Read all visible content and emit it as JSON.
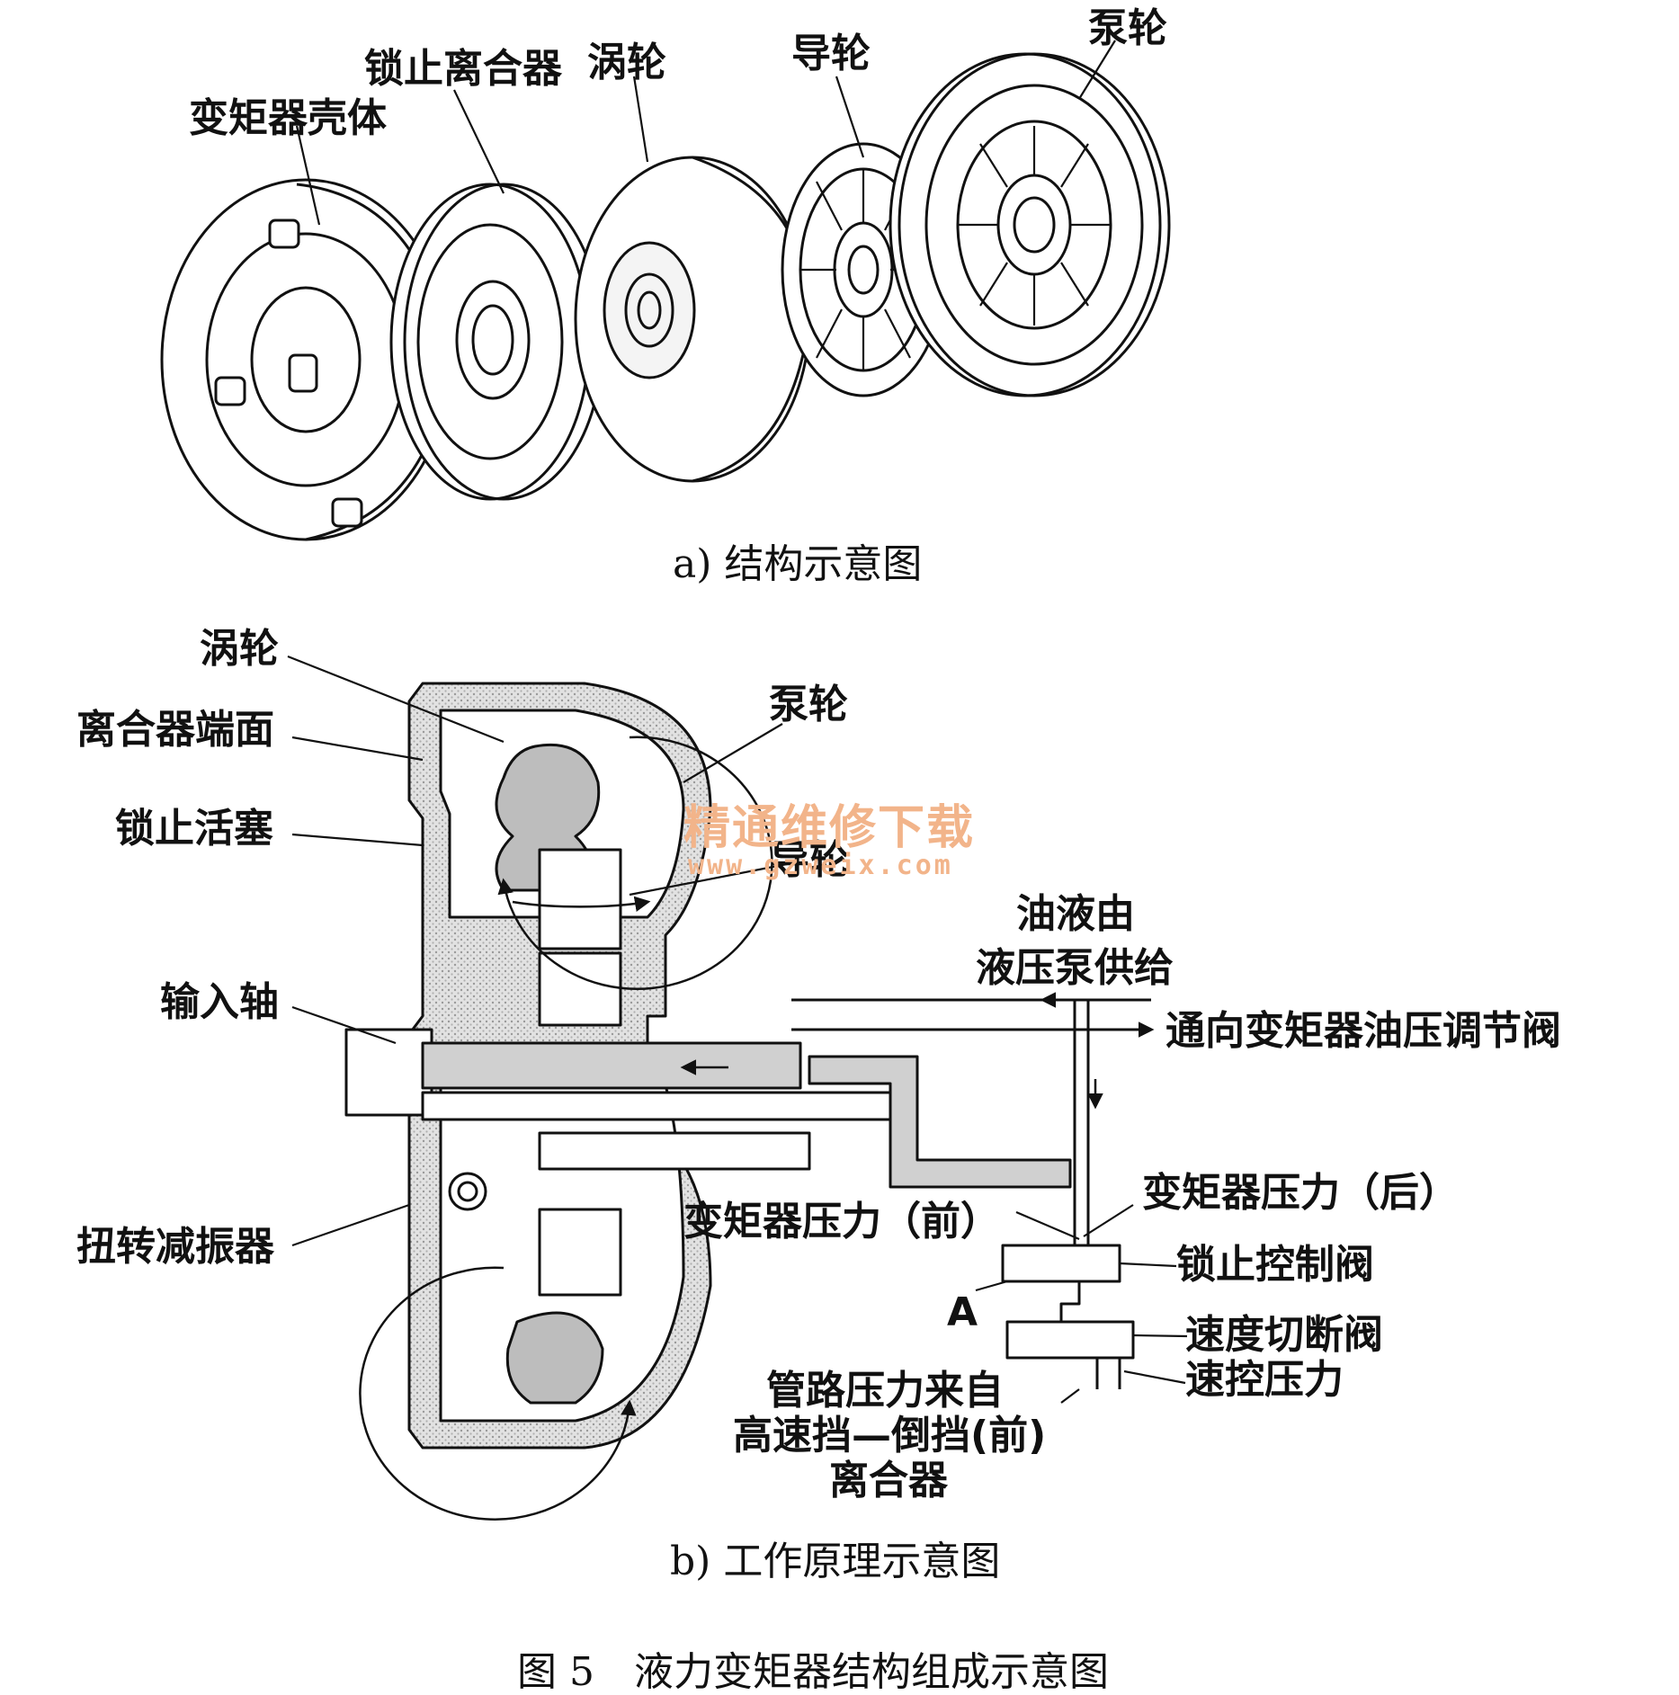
{
  "part_a": {
    "caption": "a) 结构示意图",
    "labels": {
      "housing": "变矩器壳体",
      "lockup_clutch": "锁止离合器",
      "turbine": "涡轮",
      "stator": "导轮",
      "pump": "泵轮"
    }
  },
  "part_b": {
    "caption": "b) 工作原理示意图",
    "labels": {
      "turbine": "涡轮",
      "clutch_face": "离合器端面",
      "lockup_piston": "锁止活塞",
      "input_shaft": "输入轴",
      "torsion_damper": "扭转减振器",
      "pump": "泵轮",
      "stator": "导轮",
      "oil_supply_1": "油液由",
      "oil_supply_2": "液压泵供给",
      "to_regulator": "通向变矩器油压调节阀",
      "converter_pressure_rear": "变矩器压力（后）",
      "converter_pressure_front": "变矩器压力（前）",
      "lockup_control_valve": "锁止控制阀",
      "point_a": "A",
      "speed_cutoff_valve": "速度切断阀",
      "governor_pressure": "速控压力",
      "line_pressure_1": "管路压力来自",
      "line_pressure_2": "高速挡—倒挡(前)",
      "line_pressure_3": "离合器"
    }
  },
  "watermark": {
    "line1": "精通维修下载",
    "line2": "www.gzweix.com"
  },
  "figure_caption": "图 5　液力变矩器结构组成示意图"
}
